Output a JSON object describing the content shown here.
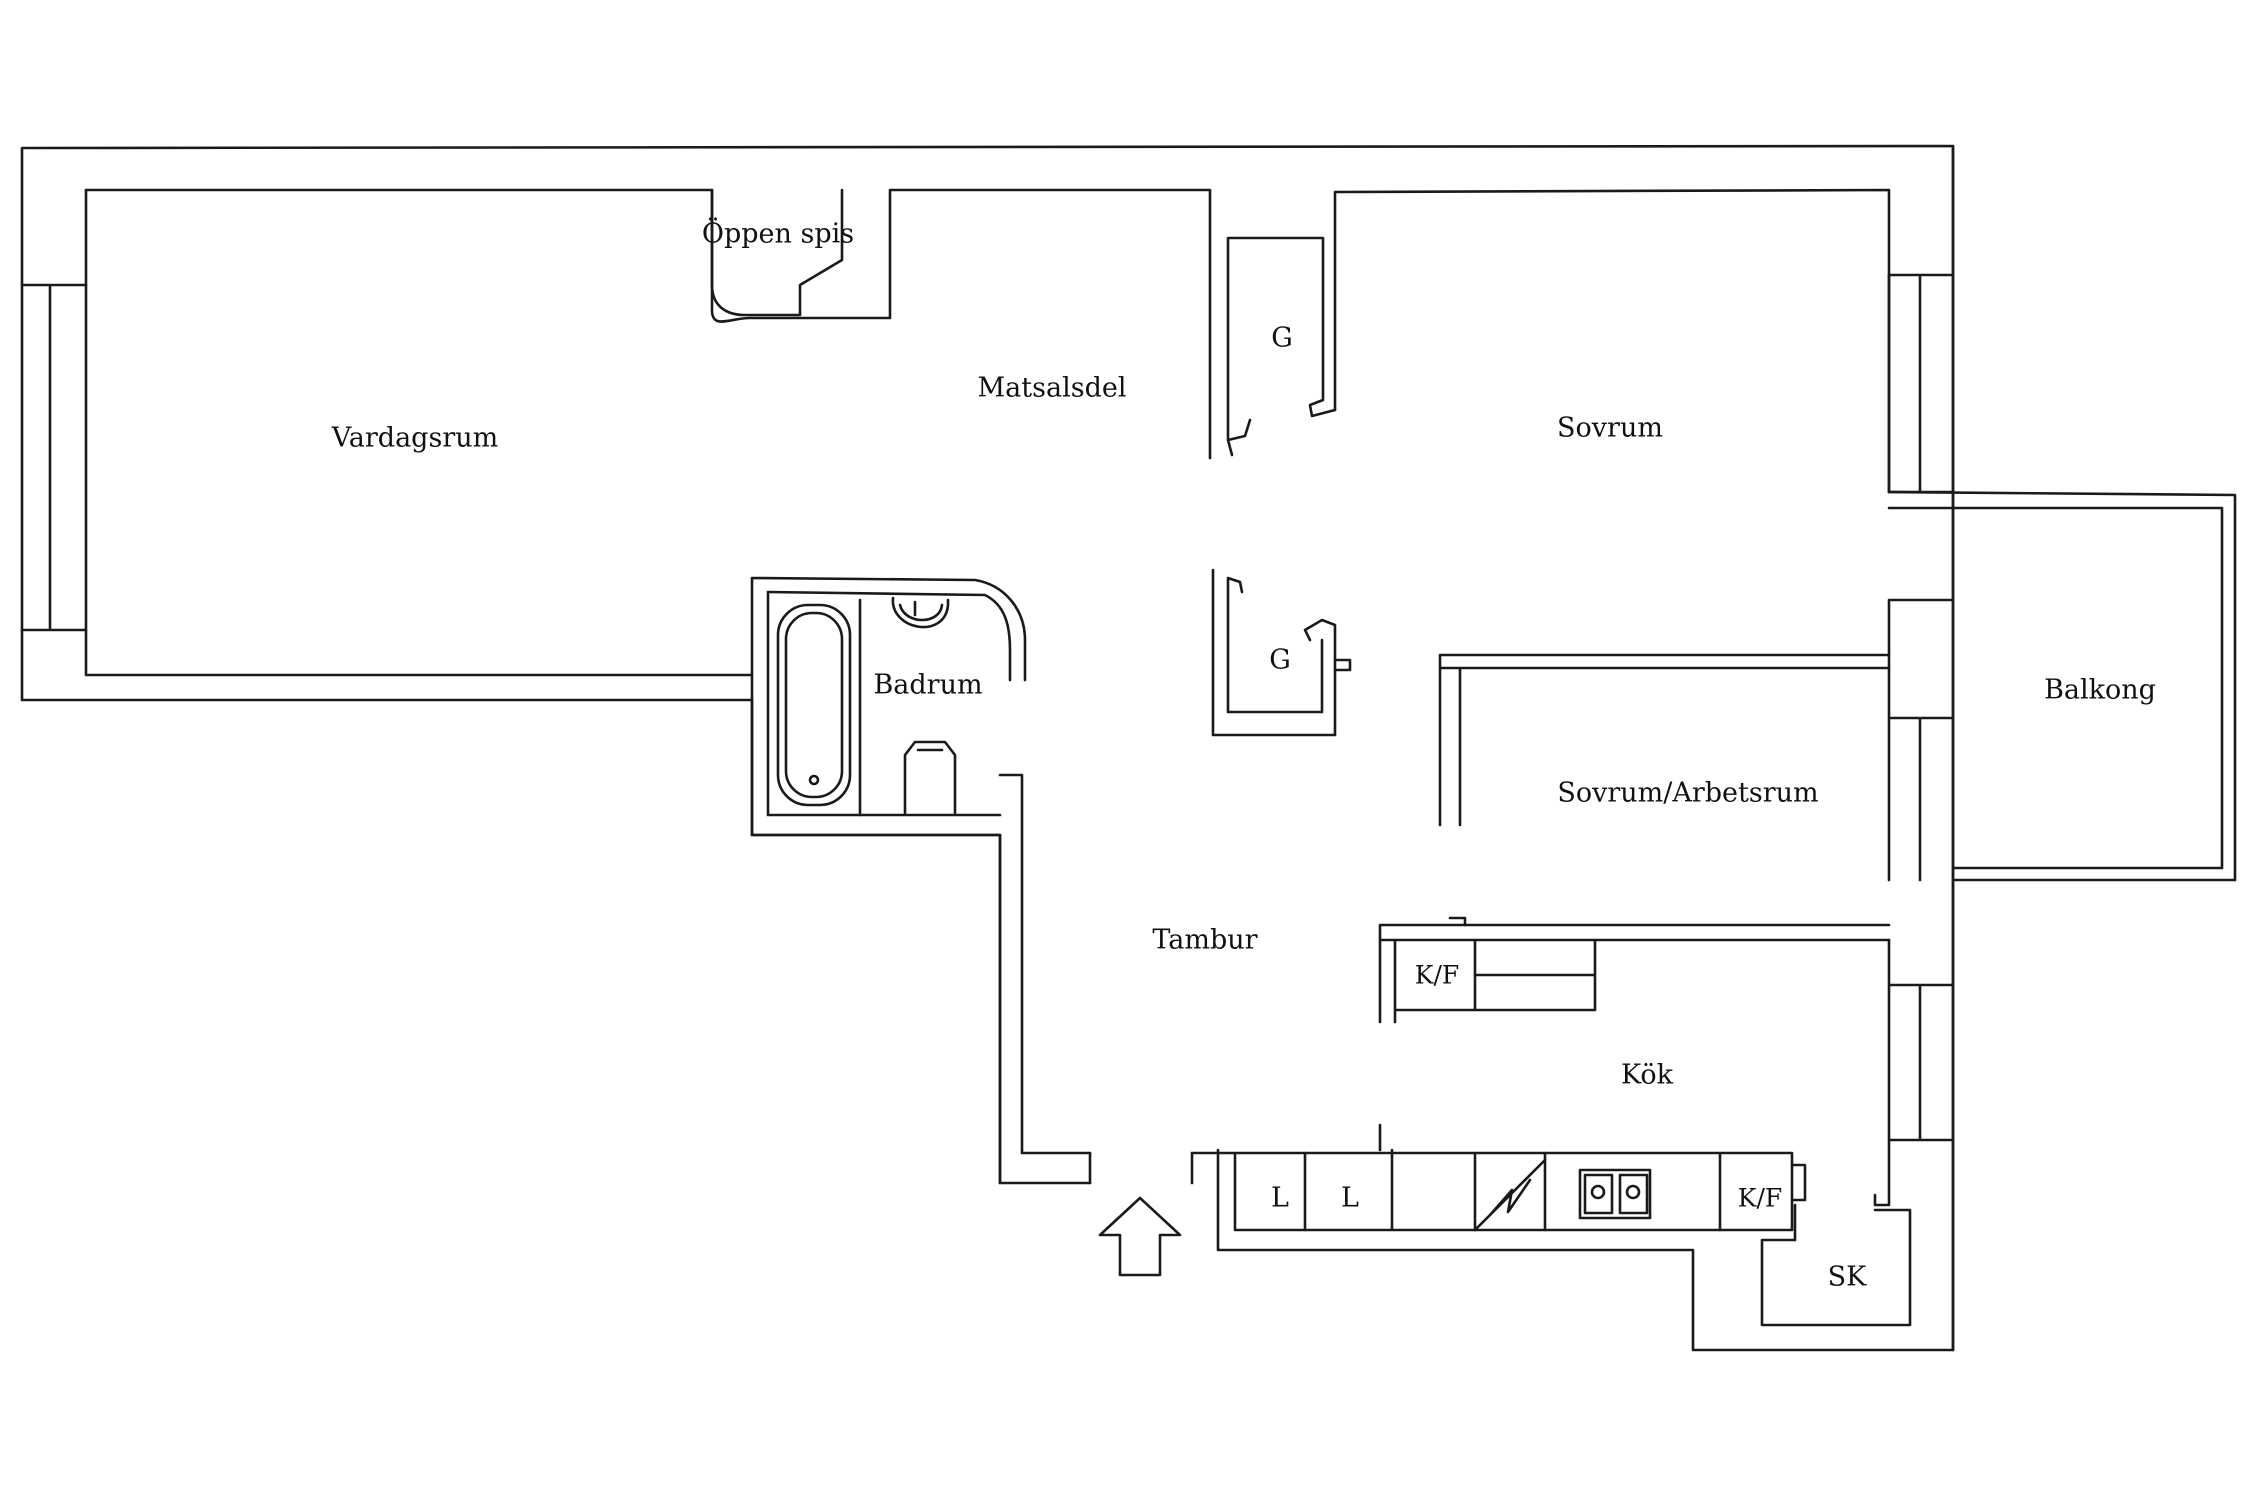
{
  "rooms": {
    "vardagsrum": "Vardagsrum",
    "oppen_spis": "Öppen spis",
    "matsalsdel": "Matsalsdel",
    "sovrum": "Sovrum",
    "badrum": "Badrum",
    "balkong": "Balkong",
    "sovrum_arbetsrum": "Sovrum/Arbetsrum",
    "tambur": "Tambur",
    "kok": "Kök",
    "sk": "SK"
  },
  "fixtures": {
    "closet_upper": "G",
    "closet_lower": "G",
    "fridge_freezer_island": "K/F",
    "fridge_freezer_counter": "K/F",
    "cabinet_1": "L",
    "cabinet_2": "L"
  },
  "icons": {
    "entrance": "arrow-up-icon",
    "stove": "stove-icon",
    "sink": "double-sink-icon",
    "bathtub": "bathtub-icon",
    "toilet": "toilet-icon",
    "washbasin": "washbasin-icon"
  },
  "colors": {
    "line": "#1a1a1a",
    "background": "#ffffff"
  }
}
